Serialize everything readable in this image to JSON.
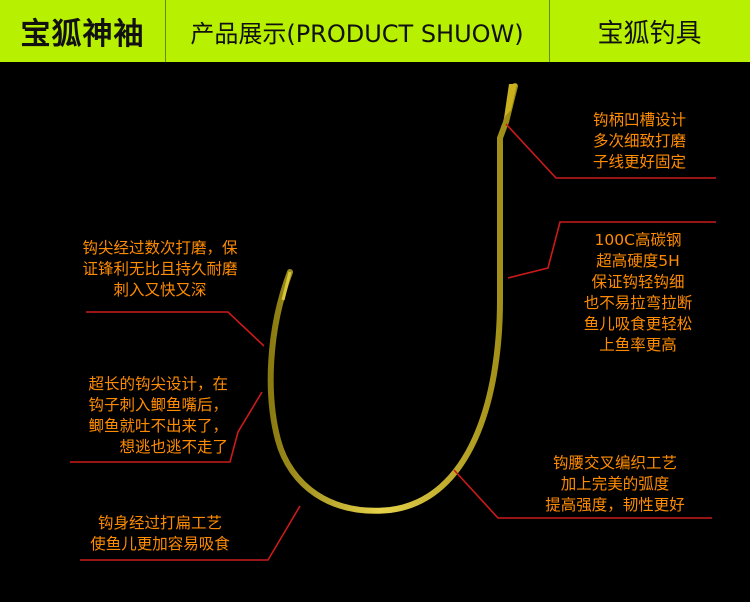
{
  "header": {
    "brand": "宝狐神袖",
    "title": "产品展示(PRODUCT  SHUOW)",
    "right": "宝狐钓具"
  },
  "annotations": {
    "shank_groove": "钩柄凹槽设计\n多次细致打磨\n子线更好固定",
    "material": "100C高碳钢\n超高硬度5H\n保证钩轻钩细\n也不易拉弯拉断\n鱼儿吸食更轻松\n上鱼率更高",
    "point_sharp": "钩尖经过数次打磨，保\n证锋利无比且持久耐磨\n刺入又快又深",
    "long_point": "超长的钩尖设计，在\n钩子刺入鲫鱼嘴后，\n鲫鱼就吐不出来了，\n想逃也逃不走了",
    "bend": "钩腰交叉编织工艺\n加上完美的弧度\n提高强度，韧性更好",
    "flattened": "钩身经过打扁工艺\n使鱼儿更加容易吸食"
  },
  "colors": {
    "header_bg": "#b7f000",
    "text_accent": "#ff8c00",
    "leader_line": "#cc1a1a",
    "hook_gold": "#c9b21e"
  }
}
